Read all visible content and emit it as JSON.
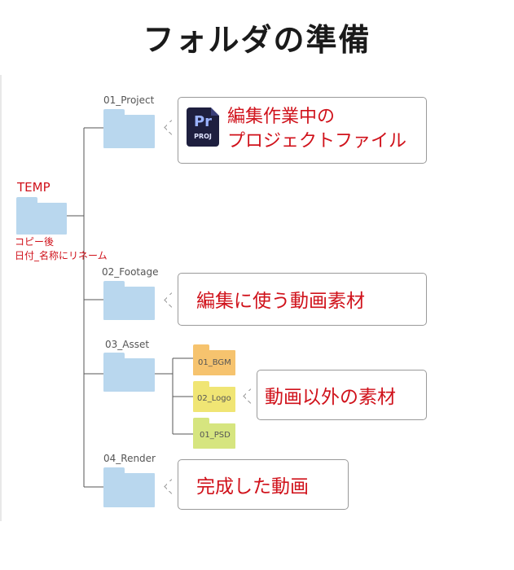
{
  "title": "フォルダの準備",
  "root": {
    "label": "TEMP",
    "note_line1": "コピー後",
    "note_line2": "日付_名称にリネーム"
  },
  "folders": [
    {
      "label": "01_Project",
      "callout": "編集作業中のプロジェクトファイル",
      "callout_line1": "編集作業中の",
      "callout_line2": "プロジェクトファイル",
      "badge": {
        "icon": "premiere-pro-project-icon",
        "main": "Pr",
        "sub": "PROJ"
      }
    },
    {
      "label": "02_Footage",
      "callout": "編集に使う動画素材"
    },
    {
      "label": "03_Asset",
      "callout": "動画以外の素材",
      "subfolders": [
        {
          "label": "01_BGM",
          "color": "#f6c36e"
        },
        {
          "label": "02_Logo",
          "color": "#f0e574"
        },
        {
          "label": "01_PSD",
          "color": "#d6e57f"
        }
      ]
    },
    {
      "label": "04_Render",
      "callout": "完成した動画"
    }
  ],
  "colors": {
    "folder": "#b9d7ee",
    "accent_red": "#d0121b",
    "line": "#555555"
  }
}
